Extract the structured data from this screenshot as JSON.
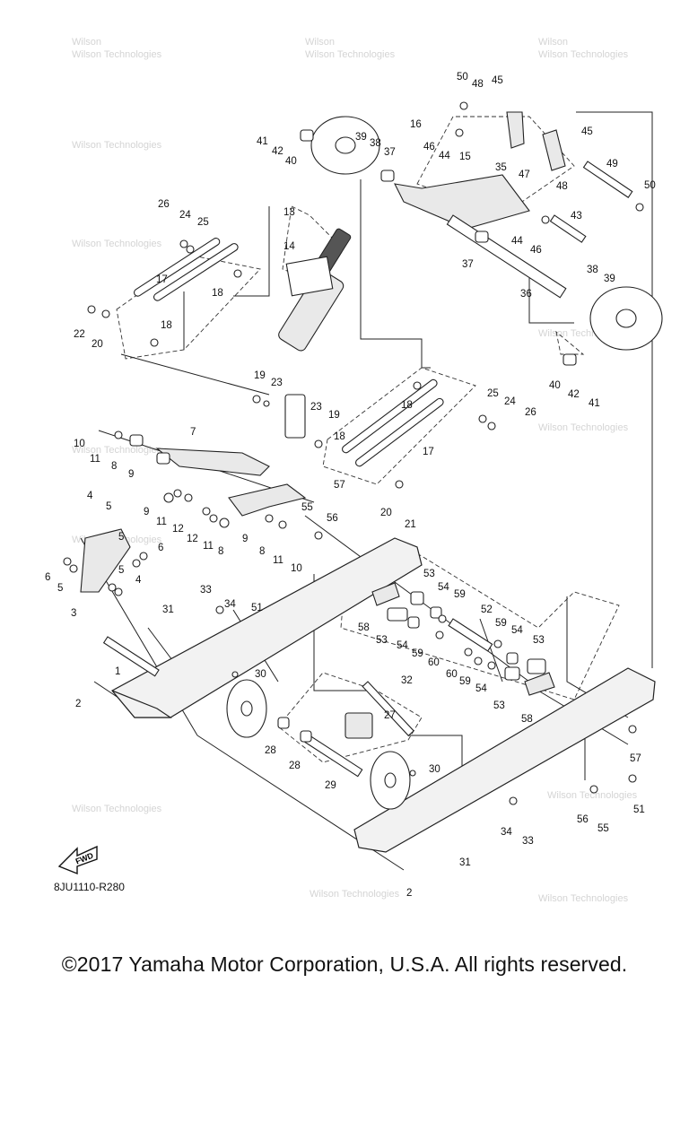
{
  "diagram": {
    "code": "8JU1110-R280",
    "fwd_label": "FWD",
    "watermark": "Wilson Technologies",
    "callouts": [
      {
        "id": "c50a",
        "label": "50"
      },
      {
        "id": "c48a",
        "label": "48"
      },
      {
        "id": "c45a",
        "label": "45"
      },
      {
        "id": "c41a",
        "label": "41"
      },
      {
        "id": "c42a",
        "label": "42"
      },
      {
        "id": "c40a",
        "label": "40"
      },
      {
        "id": "c39a",
        "label": "39"
      },
      {
        "id": "c38a",
        "label": "38"
      },
      {
        "id": "c37a",
        "label": "37"
      },
      {
        "id": "c16",
        "label": "16"
      },
      {
        "id": "c46a",
        "label": "46"
      },
      {
        "id": "c44a",
        "label": "44"
      },
      {
        "id": "c15",
        "label": "15"
      },
      {
        "id": "c35",
        "label": "35"
      },
      {
        "id": "c47",
        "label": "47"
      },
      {
        "id": "c45b",
        "label": "45"
      },
      {
        "id": "c48b",
        "label": "48"
      },
      {
        "id": "c49",
        "label": "49"
      },
      {
        "id": "c50b",
        "label": "50"
      },
      {
        "id": "c26a",
        "label": "26"
      },
      {
        "id": "c24a",
        "label": "24"
      },
      {
        "id": "c25a",
        "label": "25"
      },
      {
        "id": "c13",
        "label": "13"
      },
      {
        "id": "c14",
        "label": "14"
      },
      {
        "id": "c43",
        "label": "43"
      },
      {
        "id": "c44b",
        "label": "44"
      },
      {
        "id": "c46b",
        "label": "46"
      },
      {
        "id": "c37b",
        "label": "37"
      },
      {
        "id": "c17a",
        "label": "17"
      },
      {
        "id": "c18a",
        "label": "18"
      },
      {
        "id": "c36",
        "label": "36"
      },
      {
        "id": "c38b",
        "label": "38"
      },
      {
        "id": "c39b",
        "label": "39"
      },
      {
        "id": "c22",
        "label": "22"
      },
      {
        "id": "c20a",
        "label": "20"
      },
      {
        "id": "c18b",
        "label": "18"
      },
      {
        "id": "c40b",
        "label": "40"
      },
      {
        "id": "c42b",
        "label": "42"
      },
      {
        "id": "c41b",
        "label": "41"
      },
      {
        "id": "c19a",
        "label": "19"
      },
      {
        "id": "c23a",
        "label": "23"
      },
      {
        "id": "c18c",
        "label": "18"
      },
      {
        "id": "c25b",
        "label": "25"
      },
      {
        "id": "c24b",
        "label": "24"
      },
      {
        "id": "c26b",
        "label": "26"
      },
      {
        "id": "c23b",
        "label": "23"
      },
      {
        "id": "c19b",
        "label": "19"
      },
      {
        "id": "c18d",
        "label": "18"
      },
      {
        "id": "c17b",
        "label": "17"
      },
      {
        "id": "c10a",
        "label": "10"
      },
      {
        "id": "c7",
        "label": "7"
      },
      {
        "id": "c11a",
        "label": "11"
      },
      {
        "id": "c8a",
        "label": "8"
      },
      {
        "id": "c9a",
        "label": "9"
      },
      {
        "id": "c57a",
        "label": "57"
      },
      {
        "id": "c56a",
        "label": "56"
      },
      {
        "id": "c20b",
        "label": "20"
      },
      {
        "id": "c21",
        "label": "21"
      },
      {
        "id": "c4a",
        "label": "4"
      },
      {
        "id": "c5a",
        "label": "5"
      },
      {
        "id": "c9b",
        "label": "9"
      },
      {
        "id": "c11b",
        "label": "11"
      },
      {
        "id": "c12a",
        "label": "12"
      },
      {
        "id": "c12b",
        "label": "12"
      },
      {
        "id": "c11c",
        "label": "11"
      },
      {
        "id": "c8b",
        "label": "8"
      },
      {
        "id": "c9c",
        "label": "9"
      },
      {
        "id": "c8c",
        "label": "8"
      },
      {
        "id": "c55a",
        "label": "55"
      },
      {
        "id": "c11d",
        "label": "11"
      },
      {
        "id": "c10b",
        "label": "10"
      },
      {
        "id": "c5b",
        "label": "5"
      },
      {
        "id": "c6a",
        "label": "6"
      },
      {
        "id": "c6b",
        "label": "6"
      },
      {
        "id": "c5c",
        "label": "5"
      },
      {
        "id": "c5d",
        "label": "5"
      },
      {
        "id": "c4b",
        "label": "4"
      },
      {
        "id": "c3",
        "label": "3"
      },
      {
        "id": "c53a",
        "label": "53"
      },
      {
        "id": "c33a",
        "label": "33"
      },
      {
        "id": "c51a",
        "label": "51"
      },
      {
        "id": "c54a",
        "label": "54"
      },
      {
        "id": "c59a",
        "label": "59"
      },
      {
        "id": "c34a",
        "label": "34"
      },
      {
        "id": "c31a",
        "label": "31"
      },
      {
        "id": "c58a",
        "label": "58"
      },
      {
        "id": "c52",
        "label": "52"
      },
      {
        "id": "c53b",
        "label": "53"
      },
      {
        "id": "c54b",
        "label": "54"
      },
      {
        "id": "c59b",
        "label": "59"
      },
      {
        "id": "c60a",
        "label": "60"
      },
      {
        "id": "c59c",
        "label": "59"
      },
      {
        "id": "c54c",
        "label": "54"
      },
      {
        "id": "c53c",
        "label": "53"
      },
      {
        "id": "c1",
        "label": "1"
      },
      {
        "id": "c30a",
        "label": "30"
      },
      {
        "id": "c60b",
        "label": "60"
      },
      {
        "id": "c59d",
        "label": "59"
      },
      {
        "id": "c54d",
        "label": "54"
      },
      {
        "id": "c2a",
        "label": "2"
      },
      {
        "id": "c32",
        "label": "32"
      },
      {
        "id": "c53d",
        "label": "53"
      },
      {
        "id": "c58b",
        "label": "58"
      },
      {
        "id": "c27",
        "label": "27"
      },
      {
        "id": "c28a",
        "label": "28"
      },
      {
        "id": "c28b",
        "label": "28"
      },
      {
        "id": "c57b",
        "label": "57"
      },
      {
        "id": "c29",
        "label": "29"
      },
      {
        "id": "c30b",
        "label": "30"
      },
      {
        "id": "c51b",
        "label": "51"
      },
      {
        "id": "c56b",
        "label": "56"
      },
      {
        "id": "c55b",
        "label": "55"
      },
      {
        "id": "c34b",
        "label": "34"
      },
      {
        "id": "c33b",
        "label": "33"
      },
      {
        "id": "c31b",
        "label": "31"
      },
      {
        "id": "c2b",
        "label": "2"
      }
    ]
  },
  "footer": {
    "copyright": "©2017 Yamaha Motor Corporation, U.S.A. All rights reserved."
  }
}
